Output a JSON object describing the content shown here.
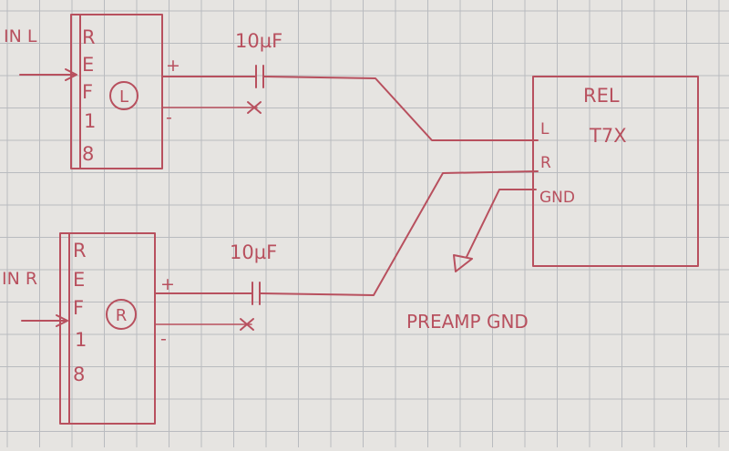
{
  "input_left": {
    "label": "IN L",
    "pins": [
      "R",
      "E",
      "F",
      "1",
      "8"
    ],
    "channel": "L",
    "plus": "+",
    "minus": "-"
  },
  "input_right": {
    "label": "IN R",
    "pins": [
      "R",
      "E",
      "F",
      "1",
      "8"
    ],
    "channel": "R",
    "plus": "+",
    "minus": "-"
  },
  "capacitor_top": {
    "label": "10µF"
  },
  "capacitor_bottom": {
    "label": "10µF"
  },
  "rel_box": {
    "title_1": "REL",
    "title_2": "T7X",
    "pin_l": "L",
    "pin_r": "R",
    "pin_gnd": "GND"
  },
  "preamp_gnd": {
    "label": "PREAMP GND"
  },
  "colors": {
    "ink": "#b8505e",
    "paper": "#e6e4e1",
    "grid": "#b9bbbf"
  }
}
